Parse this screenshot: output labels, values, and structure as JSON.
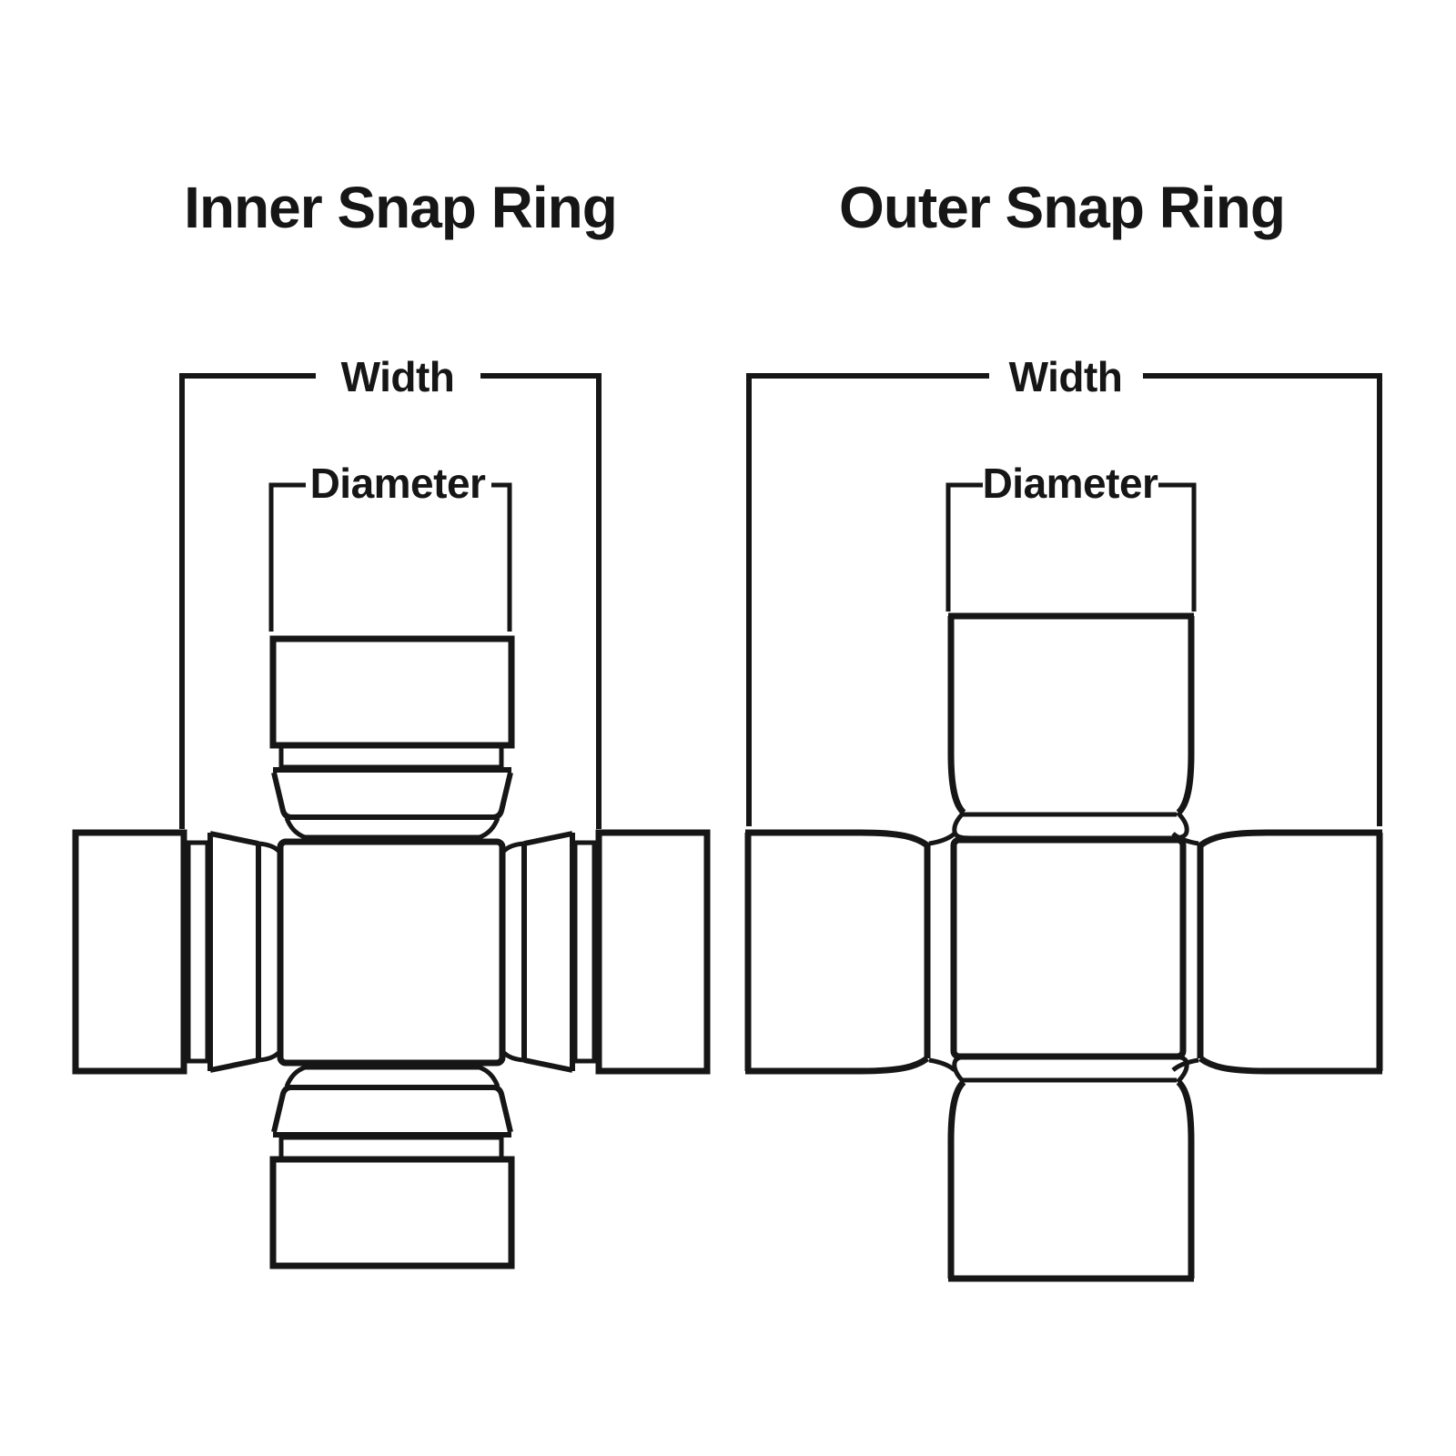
{
  "page": {
    "background_color": "#ffffff",
    "line_color": "#161616",
    "text_color": "#161616"
  },
  "diagrams": [
    {
      "id": "inner-snap-ring",
      "title": "Inner Snap Ring",
      "width_label": "Width",
      "diameter_label": "Diameter"
    },
    {
      "id": "outer-snap-ring",
      "title": "Outer Snap Ring",
      "width_label": "Width",
      "diameter_label": "Diameter"
    }
  ]
}
